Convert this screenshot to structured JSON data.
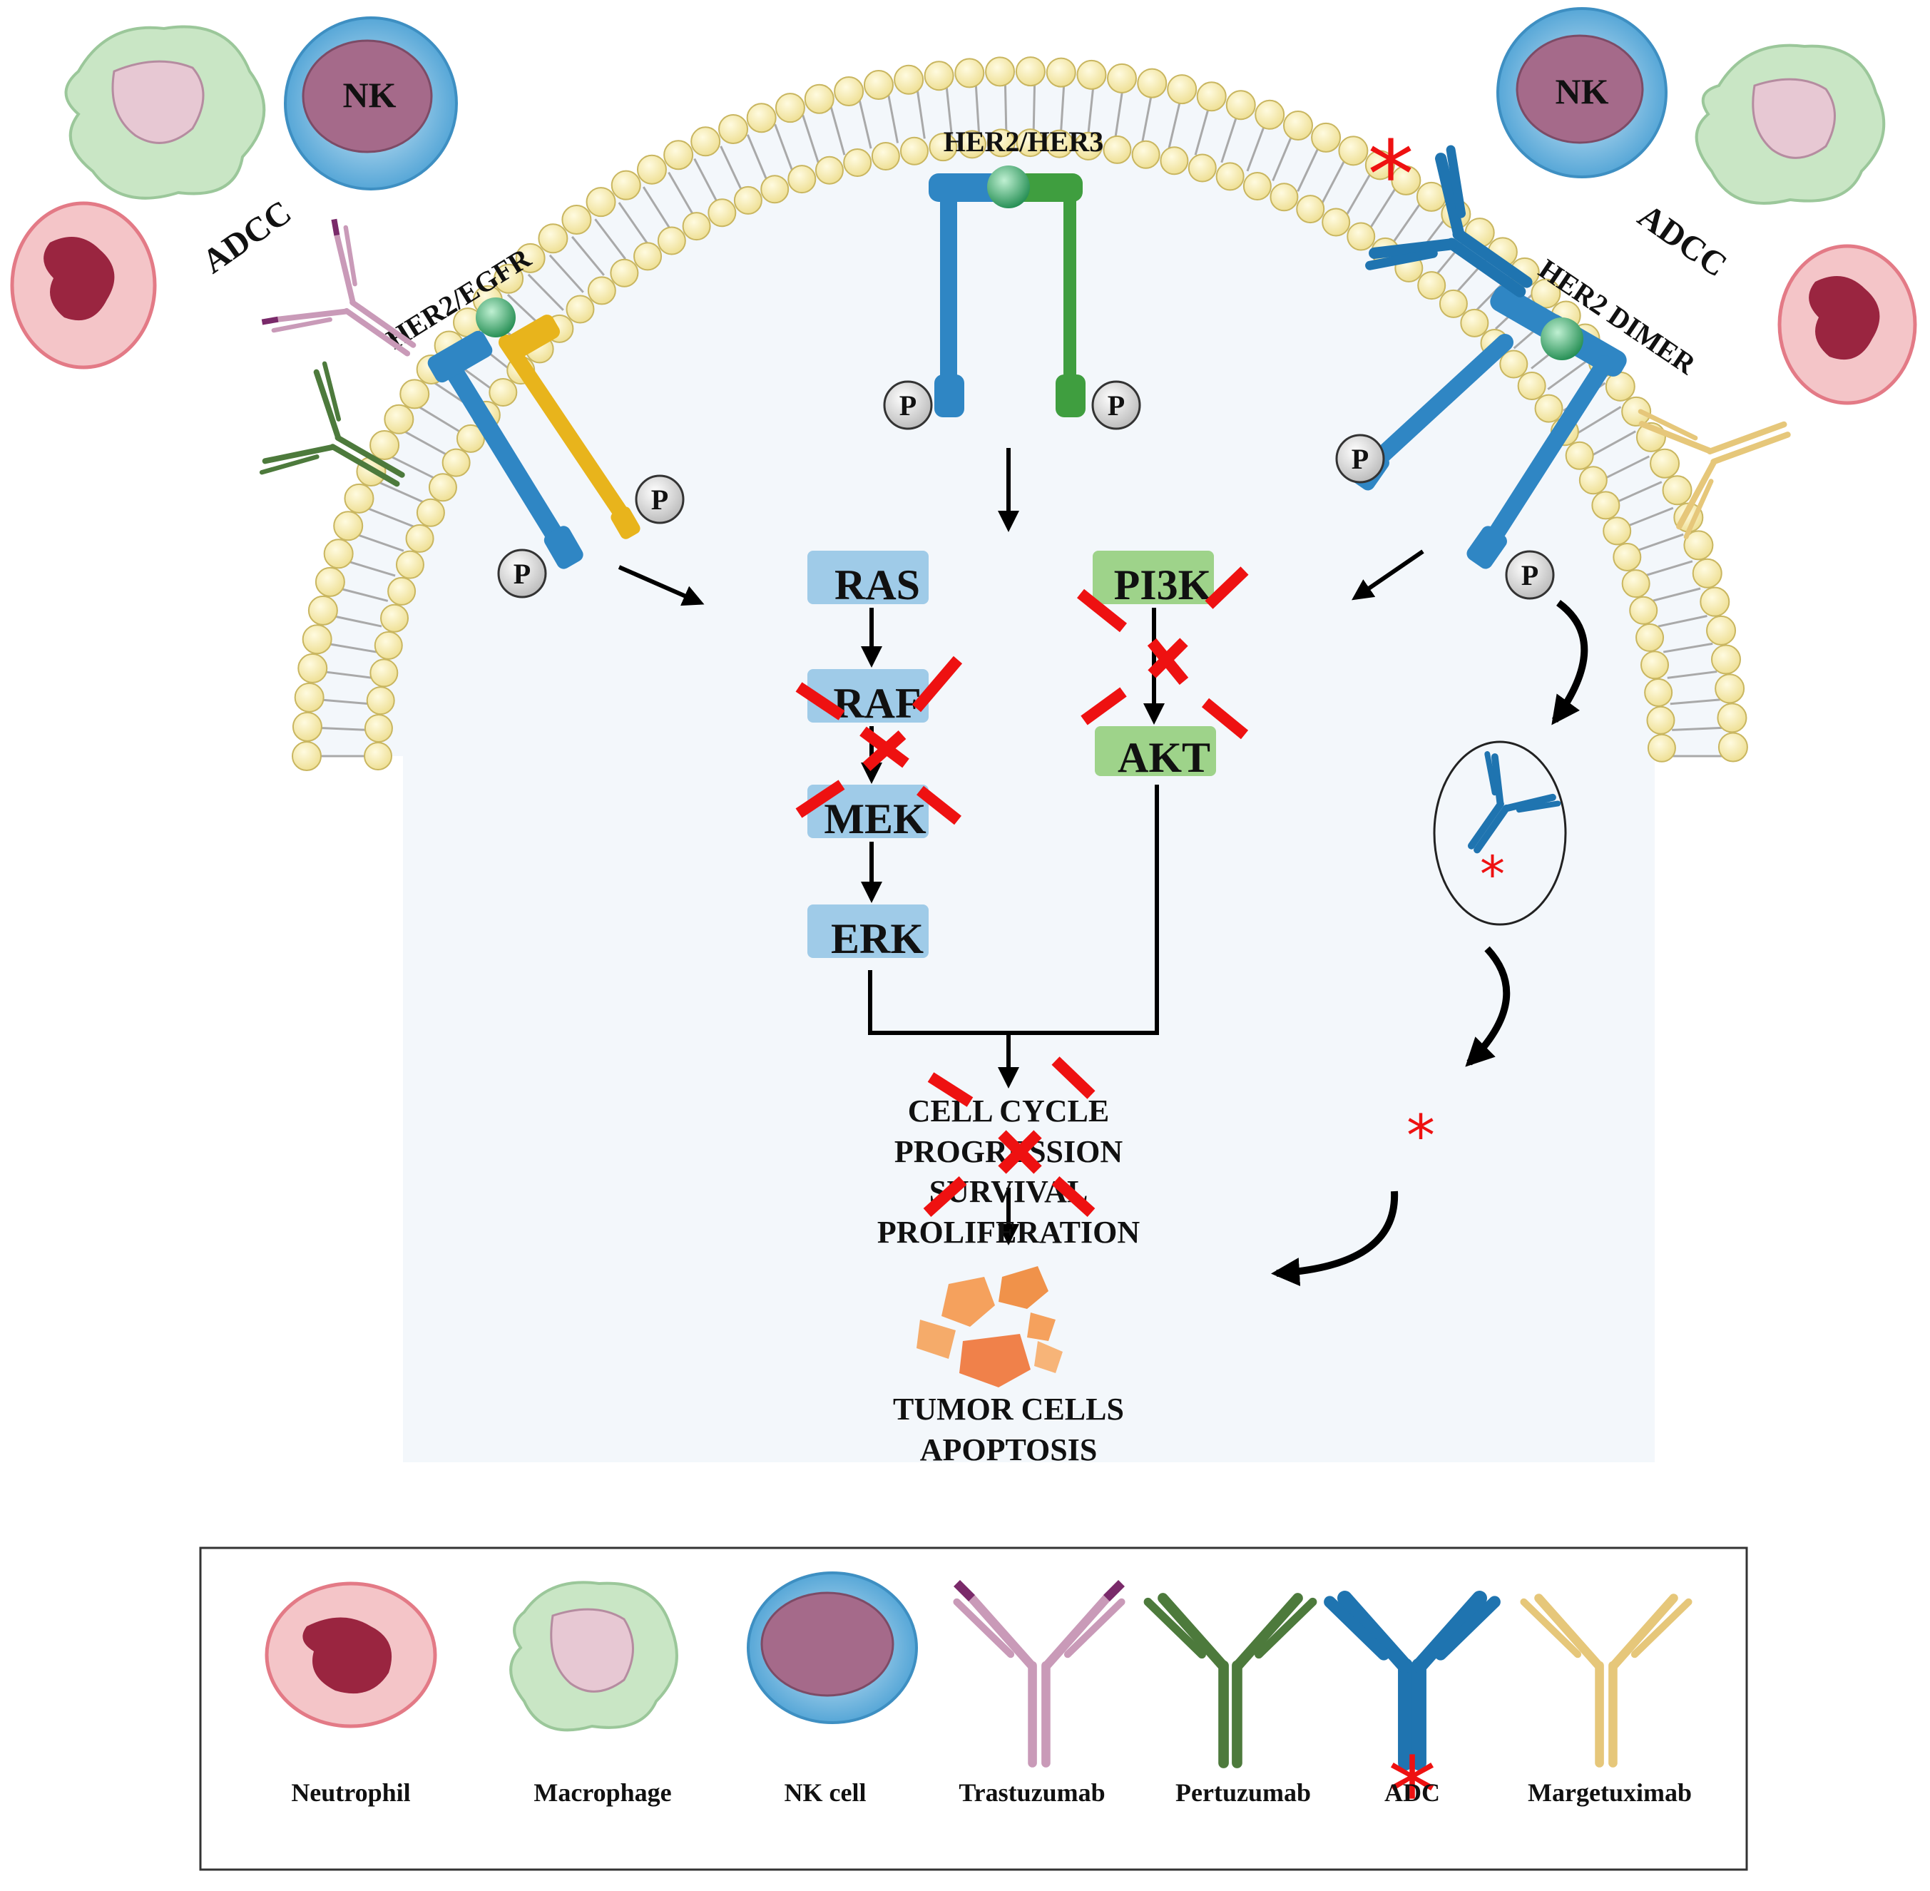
{
  "receptors": {
    "egfr": "HER2/EGFR",
    "her3": "HER2/HER3",
    "dimer": "HER2 DIMER"
  },
  "phospho_label": "P",
  "adcc_label": "ADCC",
  "nk_label": "NK",
  "pathway": {
    "ras": "RAS",
    "raf": "RAF",
    "mek": "MEK",
    "erk": "ERK",
    "pi3k": "PI3K",
    "akt": "AKT"
  },
  "outcomes": {
    "line1": "CELL CYCLE",
    "line2": "PROGRESSION",
    "line3": "SURVIVAL",
    "line4": "PROLIFERATION"
  },
  "apoptosis": {
    "line1": "TUMOR CELLS",
    "line2": "APOPTOSIS"
  },
  "legend": {
    "items": [
      {
        "label": "Neutrophil"
      },
      {
        "label": "Macrophage"
      },
      {
        "label": "NK cell"
      },
      {
        "label": "Trastuzumab"
      },
      {
        "label": "Pertuzumab"
      },
      {
        "label": "ADC"
      },
      {
        "label": "Margetuximab"
      }
    ]
  },
  "colors": {
    "ras_box": "#9fcbe8",
    "pi3k_box": "#9ed38a",
    "cytoplasm": "#f3f7fb",
    "inhibition": "#ee1111",
    "her2": "#2f86c4",
    "her3": "#3f9e3f",
    "egfr": "#e8b41c",
    "trastuzumab": "#c99ab8",
    "pertuzumab": "#4d7a3c",
    "adc": "#1f74b0",
    "margetuximab": "#e6c77a"
  }
}
